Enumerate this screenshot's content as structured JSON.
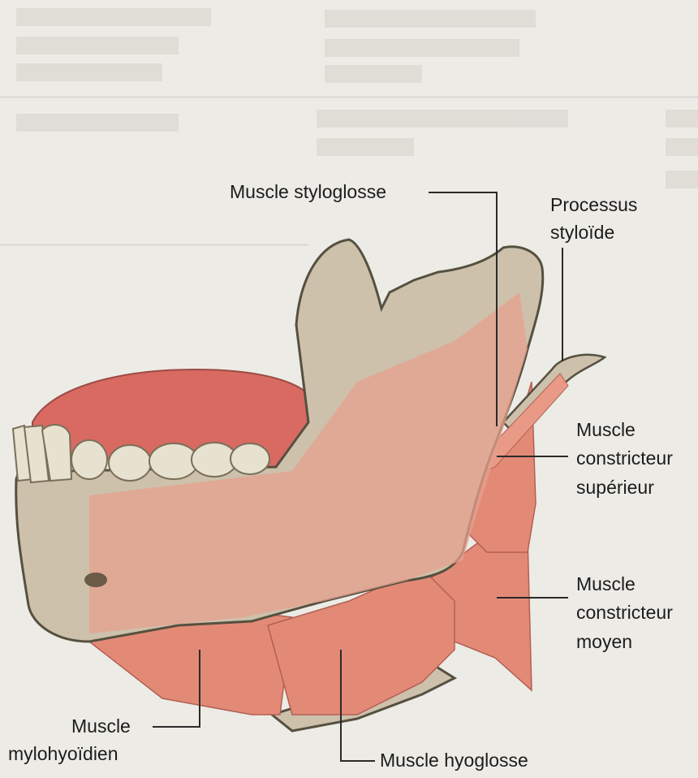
{
  "labels": {
    "styloglosse": "Muscle styloglosse",
    "processus_line1": "Processus",
    "processus_line2": "styloïde",
    "constricteur_sup_line1": "Muscle",
    "constricteur_sup_line2": "constricteur",
    "constricteur_sup_line3": "supérieur",
    "constricteur_moy_line1": "Muscle",
    "constricteur_moy_line2": "constricteur",
    "constricteur_moy_line3": "moyen",
    "mylohyoidien_line1": "Muscle",
    "mylohyoidien_line2": "mylohyoïdien",
    "hyoglosse": "Muscle hyoglosse"
  },
  "colors": {
    "background": "#ecebe6",
    "bone": "#cdc1ac",
    "bone_outline": "#55503f",
    "muscle": "#e38a77",
    "muscle_light": "#ecaa98",
    "gum": "#d86a62",
    "tooth": "#e7e2d0",
    "leader_line": "#2a2a2a"
  }
}
